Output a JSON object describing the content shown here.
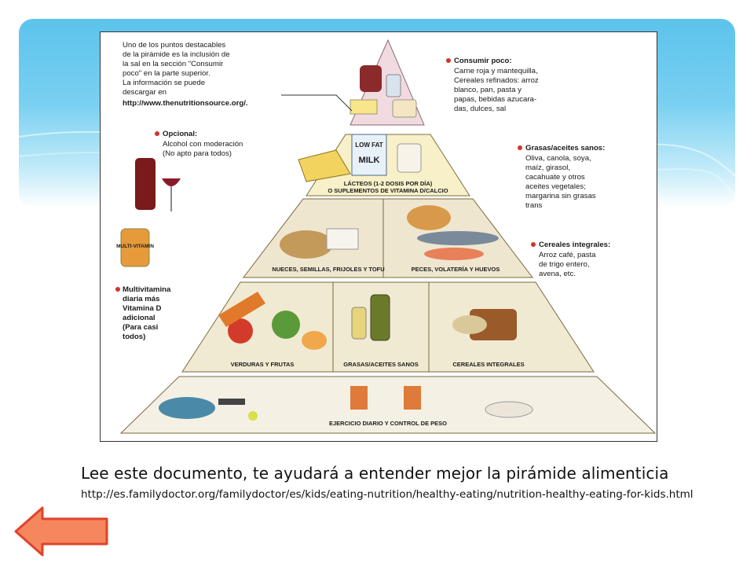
{
  "slide": {
    "caption_title": "Lee este documento, te ayudará a entender mejor la pirámide alimenticia",
    "caption_link": "http://es.familydoctor.org/familydoctor/es/kids/eating-nutrition/healthy-eating/nutrition-healthy-eating-for-kids.html",
    "colors": {
      "banner": "#5cc3ec",
      "arrow_fill": "#f5875f",
      "arrow_stroke": "#e0432a"
    },
    "back_icon": "left-arrow-icon"
  },
  "pyramid": {
    "note_lines": [
      "Uno de los puntos destacables",
      "de la pirámide es la inclusión de",
      "la sal en la sección \"Consumir",
      "poco\" en la parte superior.",
      "La información se puede",
      "descargar en",
      "http://www.thenutritionsource.org/."
    ],
    "consumir_poco": {
      "title": "Consumir poco:",
      "lines": [
        "Carne roja y mantequilla,",
        "Cereales refinados: arroz",
        "blanco, pan, pasta y",
        "papas, bebidas azucara-",
        "das, dulces, sal"
      ]
    },
    "opcional": {
      "title": "Opcional:",
      "lines": [
        "Alcohol con moderación",
        "(No apto para todos)"
      ]
    },
    "grasas_sanas": {
      "title": "Grasas/aceites sanos:",
      "lines": [
        "Oliva, canola, soya,",
        "maíz, girasol,",
        "cacahuate y otros",
        "aceites vegetales;",
        "margarina sin grasas",
        "trans"
      ]
    },
    "cereales_integrales_note": {
      "title": "Cereales integrales:",
      "lines": [
        "Arroz café, pasta",
        "de trigo entero,",
        "avena, etc."
      ]
    },
    "multivitamina": {
      "lines": [
        "Multivitamina",
        "diaria más",
        "Vitamina D",
        "adicional",
        "(Para casi",
        "todos)"
      ]
    },
    "bottle_label": "MULTI-VITAMIN",
    "milk_label": "MILK",
    "lowfat_label": "LOW FAT",
    "tiers": {
      "lacteos": [
        "LÁCTEOS (1-2 DOSIS POR DÍA)",
        "O SUPLEMENTOS DE VITAMINA D/CALCIO"
      ],
      "nueces": "NUECES, SEMILLAS, FRIJOLES Y TOFU",
      "peces": "PECES, VOLATERÍA Y HUEVOS",
      "verduras": "VERDURAS Y FRUTAS",
      "grasas": "GRASAS/ACEITES SANOS",
      "cereales": "CEREALES INTEGRALES",
      "ejercicio": "EJERCICIO DIARIO Y CONTROL DE PESO"
    }
  }
}
